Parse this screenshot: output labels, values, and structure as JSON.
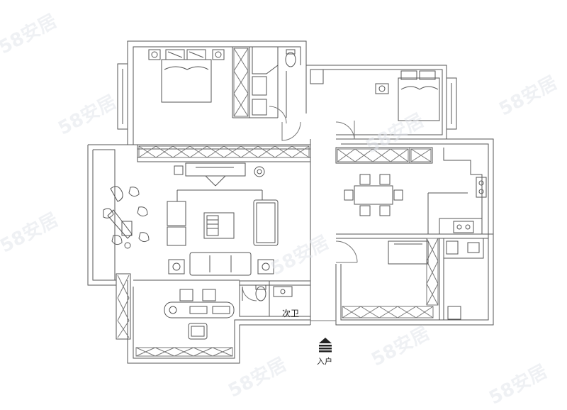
{
  "labels": {
    "secondary_bathroom": "次卫",
    "entrance": "入户"
  },
  "watermark": {
    "text": "58安居",
    "count": 9
  },
  "colors": {
    "line": "#555555",
    "background": "#ffffff",
    "watermark": "#e3e6ec"
  },
  "icons": [
    "entrance-arrow-icon",
    "bed-icon",
    "sofa-icon",
    "dining-table-icon",
    "toilet-icon",
    "plant-icon",
    "chair-icon"
  ]
}
